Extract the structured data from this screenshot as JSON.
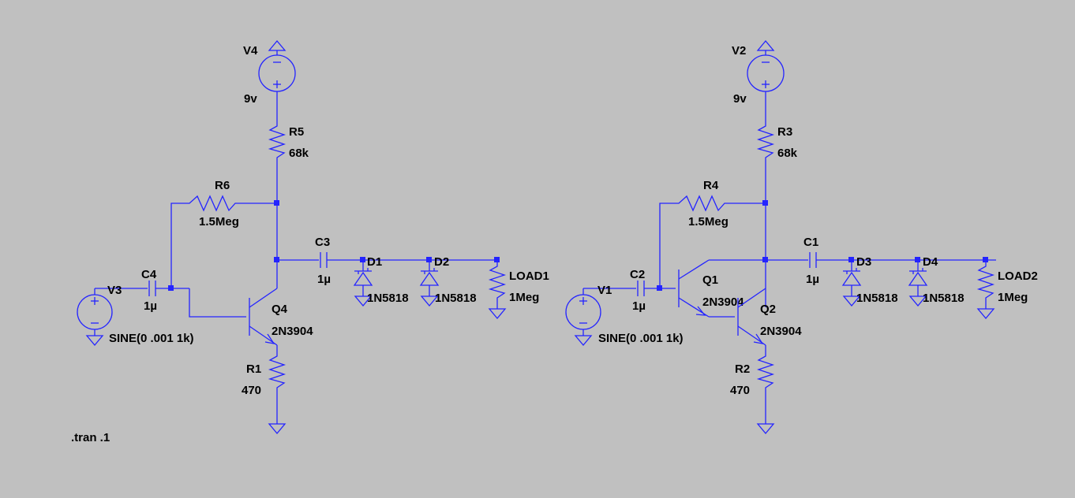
{
  "directive": ".tran .1",
  "circuits": [
    {
      "supply": {
        "name": "V4",
        "value": "9v"
      },
      "collector_resistor": {
        "name": "R5",
        "value": "68k"
      },
      "feedback_resistor": {
        "name": "R6",
        "value": "1.5Meg"
      },
      "input_cap": {
        "name": "C4",
        "value": "1µ"
      },
      "output_cap": {
        "name": "C3",
        "value": "1µ"
      },
      "source": {
        "name": "V3",
        "value": "SINE(0 .001 1k)"
      },
      "transistor": {
        "name": "Q4",
        "value": "2N3904"
      },
      "emitter_resistor": {
        "name": "R1",
        "value": "470"
      },
      "diode_a": {
        "name": "D1",
        "value": "1N5818"
      },
      "diode_b": {
        "name": "D2",
        "value": "1N5818"
      },
      "load": {
        "name": "LOAD1",
        "value": "1Meg"
      }
    },
    {
      "supply": {
        "name": "V2",
        "value": "9v"
      },
      "collector_resistor": {
        "name": "R3",
        "value": "68k"
      },
      "feedback_resistor": {
        "name": "R4",
        "value": "1.5Meg"
      },
      "input_cap": {
        "name": "C2",
        "value": "1µ"
      },
      "output_cap": {
        "name": "C1",
        "value": "1µ"
      },
      "source": {
        "name": "V1",
        "value": "SINE(0 .001 1k)"
      },
      "transistor_a": {
        "name": "Q1",
        "value": "2N3904"
      },
      "transistor_b": {
        "name": "Q2",
        "value": "2N3904"
      },
      "emitter_resistor": {
        "name": "R2",
        "value": "470"
      },
      "diode_a": {
        "name": "D3",
        "value": "1N5818"
      },
      "diode_b": {
        "name": "D4",
        "value": "1N5818"
      },
      "load": {
        "name": "LOAD2",
        "value": "1Meg"
      }
    }
  ]
}
